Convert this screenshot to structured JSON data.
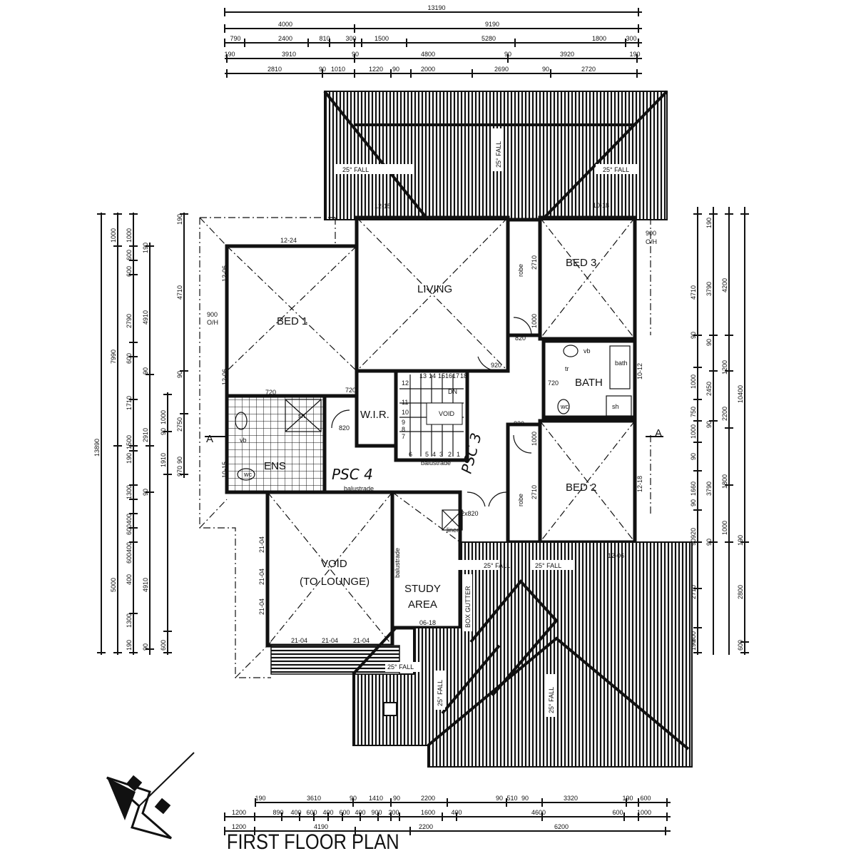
{
  "title": "FIRST FLOOR PLAN",
  "rooms": {
    "bed1": "BED 1",
    "living": "LIVING",
    "bed3": "BED 3",
    "bath": "BATH",
    "bed2": "BED 2",
    "ens": "ENS",
    "wir": "W.I.R.",
    "void_stair": "VOID",
    "void_lounge_1": "VOID",
    "void_lounge_2": "(TO LOUNGE)",
    "study_1": "STUDY",
    "study_2": "AREA"
  },
  "labels": {
    "robe": "robe",
    "linen": "linen",
    "balustrade": "balustrade",
    "dn": "DN",
    "box_gutter": "BOX GUTTER",
    "overhang": "900",
    "oh": "O/H",
    "fall": "25° FALL",
    "sh": "sh",
    "wc": "wc",
    "vb": "vb",
    "tr": "tr",
    "bath_fix": "bath",
    "section_a": "A"
  },
  "windows": [
    "12-24",
    "12-15",
    "10-18",
    "12-06",
    "12-06",
    "10-15",
    "12-18",
    "10-12",
    "12-06",
    "21-04",
    "21-04",
    "21-04",
    "21-04",
    "21-04",
    "21-04",
    "06-18"
  ],
  "doors": [
    "720",
    "720",
    "820",
    "920",
    "820",
    "720",
    "820",
    "2x820",
    "1000",
    "2710",
    "2710",
    "1000"
  ],
  "stair_numbers": [
    "13",
    "14",
    "15",
    "16",
    "17",
    "18",
    "12",
    "11",
    "10",
    "9",
    "8",
    "7",
    "6",
    "5",
    "4",
    "3",
    "2",
    "1"
  ],
  "handwritten": [
    "PSC 3",
    "PSC 4"
  ],
  "dims_top": [
    [
      "13190"
    ],
    [
      "4000",
      "9190"
    ],
    [
      "790",
      "2400",
      "810",
      "300",
      "1500",
      "5280",
      "1800",
      "300"
    ],
    [
      "190",
      "3910",
      "90",
      "4800",
      "90",
      "3920",
      "190"
    ],
    [
      "2810",
      "90",
      "1010",
      "1220",
      "90",
      "2000",
      "2690",
      "90",
      "2720"
    ]
  ],
  "dims_bottom": [
    [
      "190",
      "3610",
      "90",
      "1410",
      "90",
      "2200",
      "90",
      "510",
      "90",
      "3320",
      "190",
      "600"
    ],
    [
      "1200",
      "890",
      "400",
      "600",
      "400",
      "600",
      "400",
      "900",
      "200",
      "1600",
      "400",
      "4600",
      "600",
      "1000"
    ],
    [
      "1200",
      "4190",
      "2200",
      "6200"
    ]
  ],
  "dims_left": [
    [
      "13890"
    ],
    [
      "1000",
      "7990",
      "5000"
    ],
    [
      "1000",
      "600",
      "600",
      "2790",
      "600",
      "1710",
      "1500",
      "190",
      "1300",
      "400",
      "600",
      "400",
      "600",
      "400",
      "1300",
      "190"
    ],
    [
      "190",
      "4910",
      "90",
      "2910",
      "90",
      "4910",
      "90"
    ],
    [
      "1000",
      "90",
      "1910",
      "600"
    ],
    [
      "190",
      "4710",
      "90",
      "2750",
      "90",
      "970"
    ]
  ],
  "dims_right": [
    [
      "4710",
      "90",
      "1000",
      "750",
      "1000",
      "90",
      "1660",
      "90",
      "920",
      "90",
      "2710",
      "600",
      "190"
    ],
    [
      "190",
      "3790",
      "90",
      "2450",
      "90",
      "3790",
      "90"
    ],
    [
      "4200",
      "1200",
      "2200",
      "1800",
      "1000"
    ],
    [
      "10400",
      "190",
      "2800",
      "600"
    ]
  ]
}
